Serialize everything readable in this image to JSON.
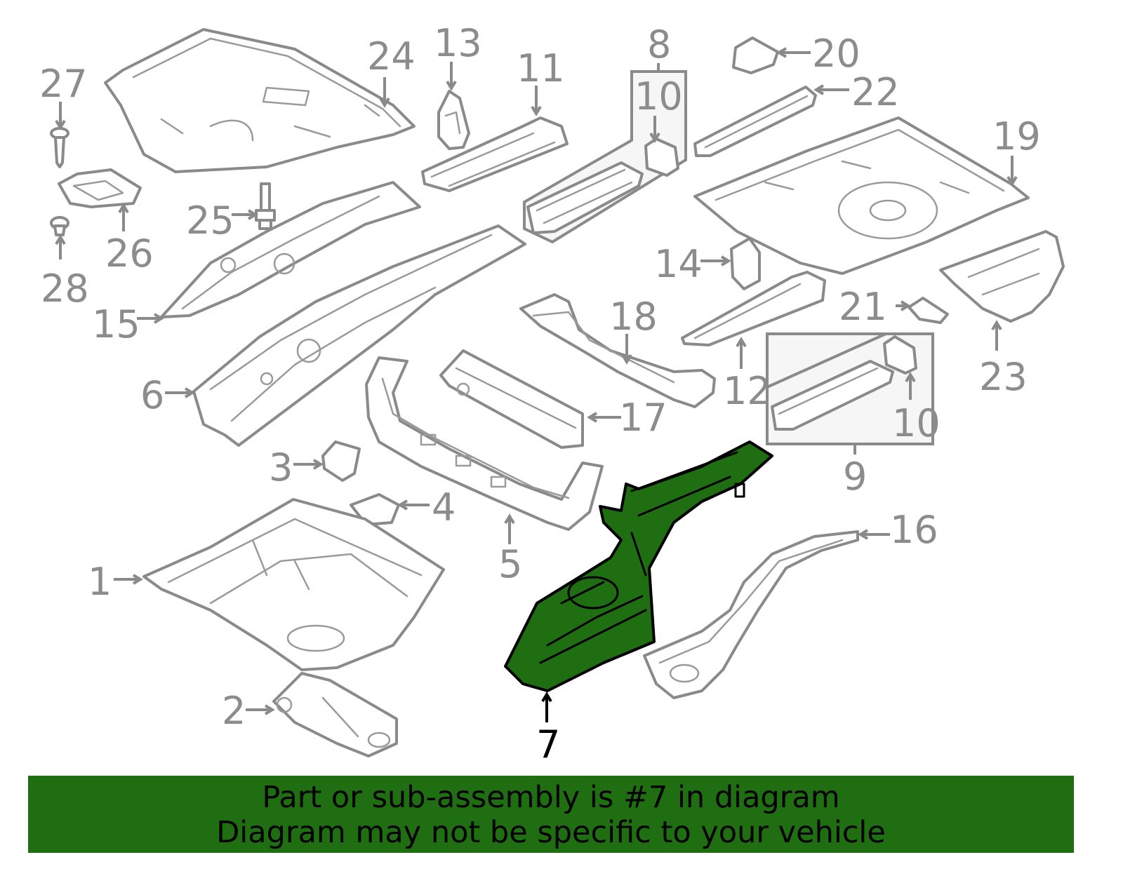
{
  "diagram": {
    "highlight_color": "#1f6e12",
    "line_color": "#8a8a8a",
    "highlighted_part": "7",
    "labels": [
      "1",
      "2",
      "3",
      "4",
      "5",
      "6",
      "7",
      "8",
      "9",
      "10",
      "10",
      "11",
      "12",
      "13",
      "14",
      "15",
      "16",
      "17",
      "18",
      "19",
      "20",
      "21",
      "22",
      "23",
      "24",
      "25",
      "26",
      "27",
      "28"
    ]
  },
  "banner": {
    "line1": "Part or sub-assembly is #7 in diagram",
    "line2": "Diagram may not be specific to your vehicle"
  }
}
